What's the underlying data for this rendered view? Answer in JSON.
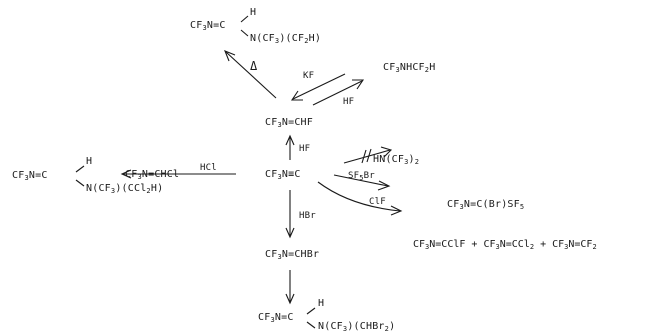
{
  "compounds": {
    "top_product": {
      "head": "CF3N=C",
      "branch_up": "H",
      "branch_down": "N(CF3)(CF2H)"
    },
    "amine_product": "CF3NHCF2H",
    "imine_chf": "CF3N=CHF",
    "isocyanide": "CF3N≡C",
    "chloro_imine": "CF3N=CHCl",
    "left_product": {
      "head": "CF3N=C",
      "branch_up": "H",
      "branch_down": "N(CF3)(CCl2H)"
    },
    "hn_product": "HN(CF3)2",
    "sf5_product": "CF3N=C(Br)SF5",
    "clf_products": "CF3N=CClF + CF3N=CCl2 + CF3N=CF2",
    "bromo_imine": "CF3N=CHBr",
    "bottom_product": {
      "head": "CF3N=C",
      "branch_up": "H",
      "branch_down": "N(CF3)(CHBr2)"
    }
  },
  "reagents": {
    "delta": "Δ",
    "kf": "KF",
    "hf_reverse": "HF",
    "hf_up": "HF",
    "hcl": "HCl",
    "hbr": "HBr",
    "sf5br": "SF5Br",
    "clf": "ClF"
  }
}
